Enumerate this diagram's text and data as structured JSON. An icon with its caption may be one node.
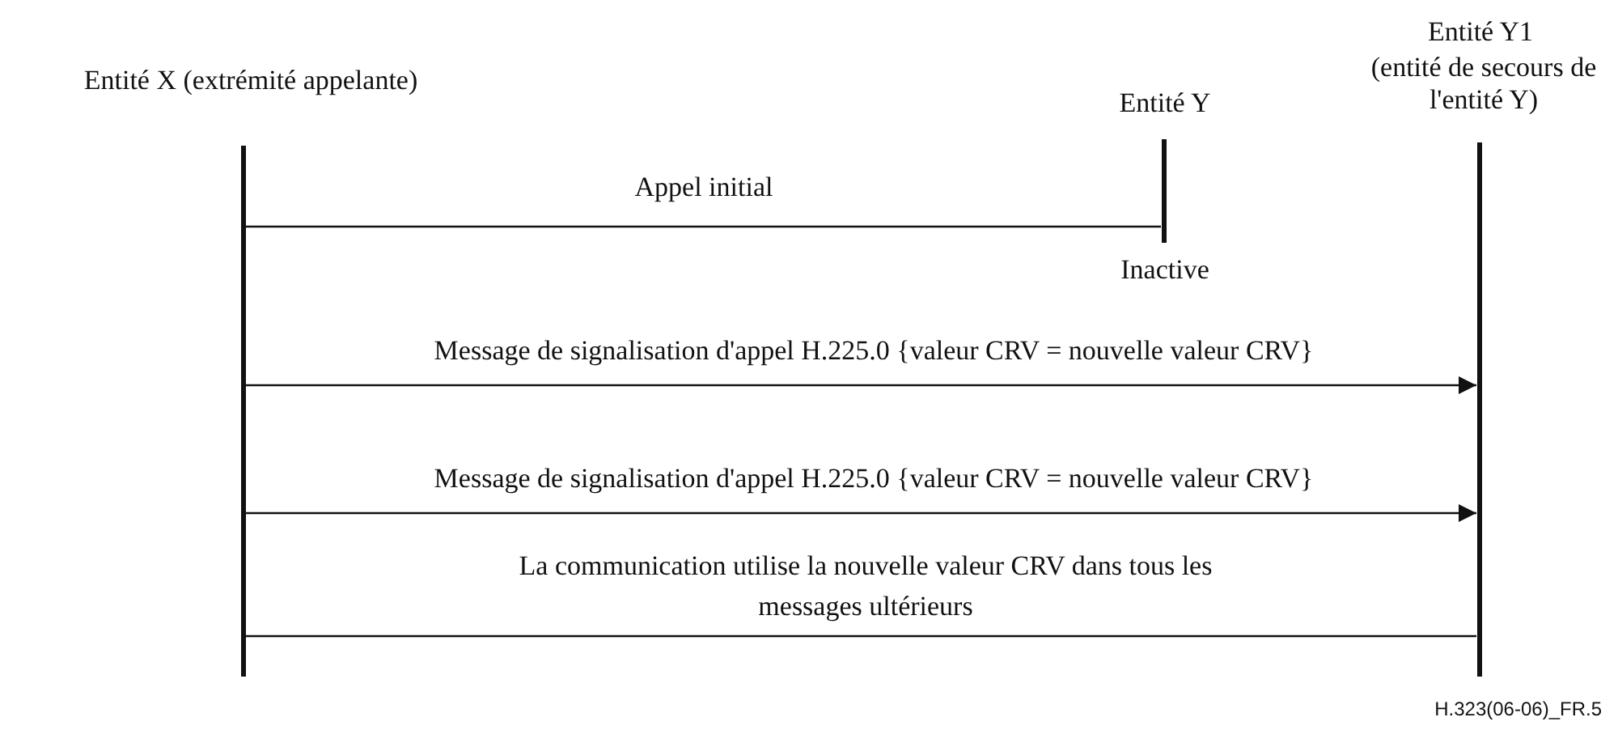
{
  "diagram": {
    "nodes": [
      {
        "text": [],
        "shape": "bar",
        "beside": [
          "Entité X (extrémité appelante)"
        ]
      },
      {
        "text": [],
        "shape": "bar",
        "beside": [
          "Entité Y",
          "Inactive"
        ]
      },
      {
        "text": [],
        "shape": "bar",
        "beside": [
          "Entité Y1",
          "(entité de secours de l'entité Y)"
        ]
      }
    ],
    "edges": [
      {
        "from": 0,
        "to": 1,
        "arrow": "none",
        "label": "Appel initial"
      },
      {
        "from": 0,
        "to": 2,
        "arrow": "to",
        "label": "Message de signalisation d'appel H.225.0 {valeur CRV = nouvelle valeur CRV}"
      },
      {
        "from": 0,
        "to": 2,
        "arrow": "to",
        "label": "Message de signalisation d'appel H.225.0 {valeur CRV = nouvelle valeur CRV}"
      },
      {
        "from": 0,
        "to": 2,
        "arrow": "none",
        "label": "La communication utilise la nouvelle valeur CRV dans tous les messages ultérieurs"
      }
    ],
    "labels": [
      "H.323(06-06)_FR.5"
    ]
  }
}
